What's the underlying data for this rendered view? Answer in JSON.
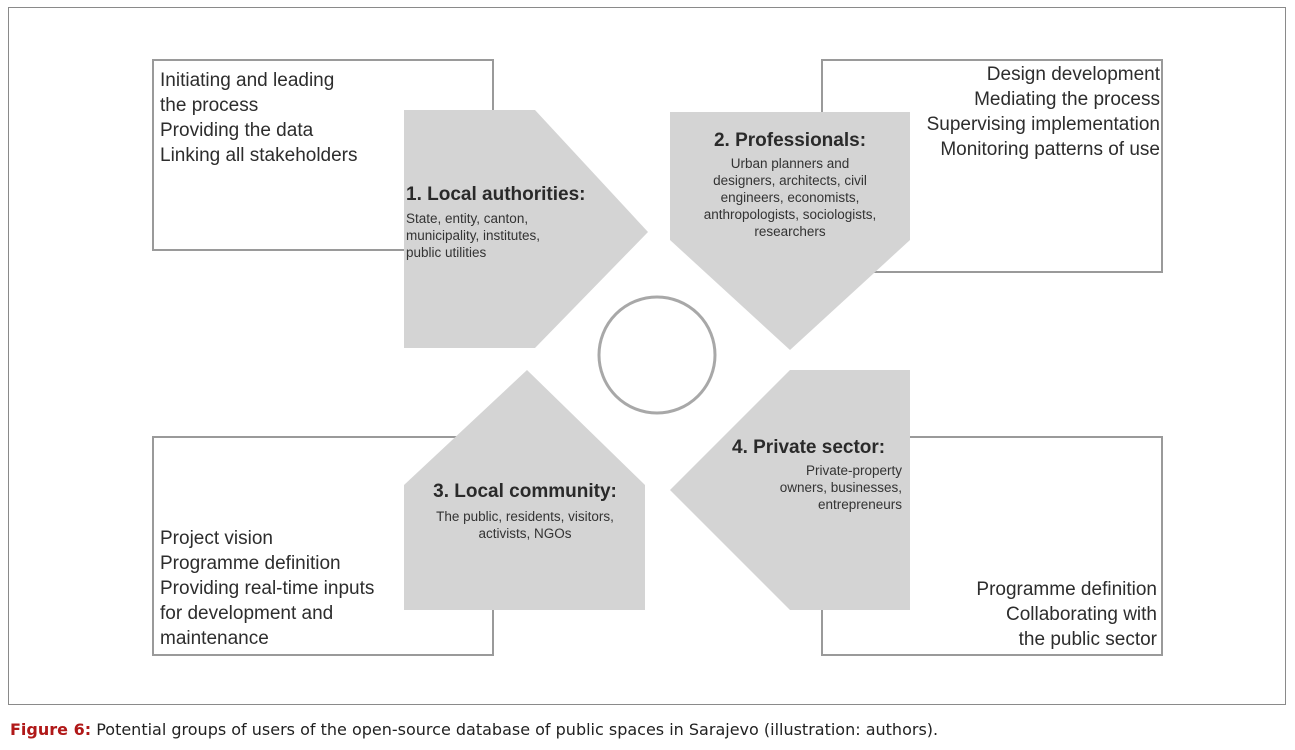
{
  "groups": [
    {
      "title": "1.  Local authorities:",
      "description": "State, entity, canton,\nmunicipality, institutes,\npublic utilities",
      "roles": "Initiating and leading\n the process\nProviding the data\nLinking all stakeholders"
    },
    {
      "title": "2. Professionals:",
      "description": "Urban planners and\ndesigners, architects, civil\nengineers, economists,\nanthropologists, sociologists,\nresearchers",
      "roles": "Design development\nMediating the process\nSupervising implementation\nMonitoring patterns of use"
    },
    {
      "title": "3. Local community:",
      "description": "The public, residents, visitors,\nactivists, NGOs",
      "roles": "Project vision\nProgramme definition\nProviding real-time inputs\nfor development and\nmaintenance"
    },
    {
      "title": "4. Private sector:",
      "description": "Private-property\nowners, businesses,\nentrepreneurs",
      "roles": "Programme definition\nCollaborating with\nthe public sector"
    }
  ],
  "caption": {
    "label": "Figure 6:",
    "text": " Potential groups of users of the open-source database of public spaces in Sarajevo (illustration: authors)."
  },
  "colors": {
    "arrow_fill": "#d4d4d4",
    "box_border": "#9a9a9a",
    "caption_label": "#b01818"
  }
}
